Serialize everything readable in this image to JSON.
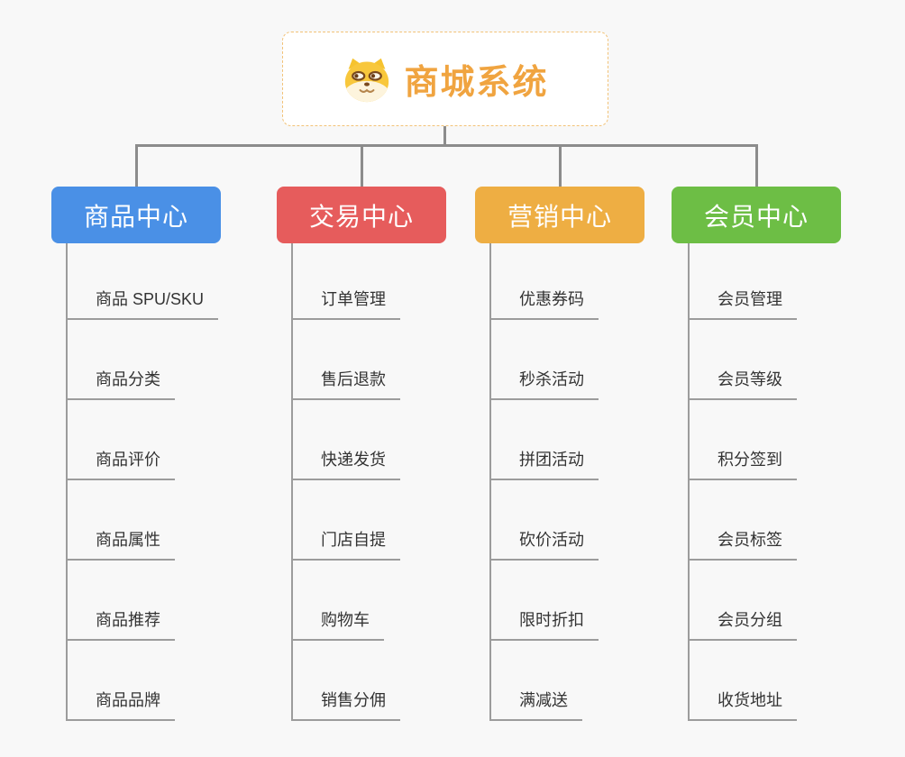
{
  "root": {
    "title": "商城系统",
    "icon": "shiba-dog-icon"
  },
  "branches": [
    {
      "label": "商品中心",
      "color": "#4a90e6",
      "items": [
        "商品 SPU/SKU",
        "商品分类",
        "商品评价",
        "商品属性",
        "商品推荐",
        "商品品牌"
      ]
    },
    {
      "label": "交易中心",
      "color": "#e65c5c",
      "items": [
        "订单管理",
        "售后退款",
        "快递发货",
        "门店自提",
        "购物车",
        "销售分佣"
      ]
    },
    {
      "label": "营销中心",
      "color": "#eeae43",
      "items": [
        "优惠券码",
        "秒杀活动",
        "拼团活动",
        "砍价活动",
        "限时折扣",
        "满减送"
      ]
    },
    {
      "label": "会员中心",
      "color": "#6dbe45",
      "items": [
        "会员管理",
        "会员等级",
        "积分签到",
        "会员标签",
        "会员分组",
        "收货地址"
      ]
    }
  ],
  "colors": {
    "background": "#f8f8f8",
    "connector": "#8c8c8c",
    "leaf_line": "#9c9c9c",
    "root_accent": "#f0a440",
    "root_border": "#f2c277"
  }
}
